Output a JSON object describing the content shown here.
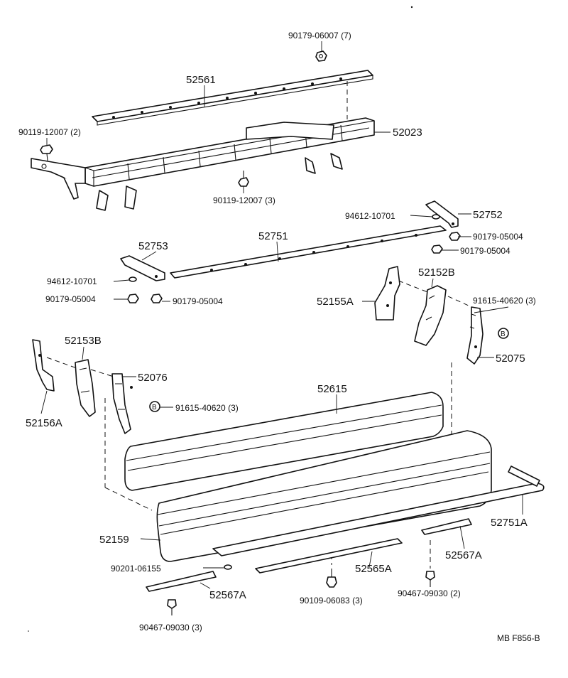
{
  "callouts": {
    "c1": "90179-06007 (7)",
    "c2": "52561",
    "c3": "52023",
    "c4": "90119-12007 (2)",
    "c5": "90119-12007 (3)",
    "c6": "94612-10701",
    "c7": "52752",
    "c8": "90179-05004",
    "c9": "90179-05004",
    "c10": "52753",
    "c11": "52751",
    "c12": "94612-10701",
    "c13": "90179-05004",
    "c14": "90179-05004",
    "c15": "52152B",
    "c16": "52155A",
    "c17": "91615-40620 (3)",
    "c18": "52075",
    "c19": "52153B",
    "c20": "52076",
    "c21": "91615-40620 (3)",
    "c22": "52156A",
    "c23": "52615",
    "c24": "52751A",
    "c25": "52159",
    "c26": "52567A",
    "c27": "90201-06155",
    "c28": "52565A",
    "c29": "52567A",
    "c30": "90109-06083 (3)",
    "c31": "90467-09030 (2)",
    "c32": "90467-09030 (3)",
    "c33": "MB  F856-B"
  },
  "badge_letter": "B"
}
